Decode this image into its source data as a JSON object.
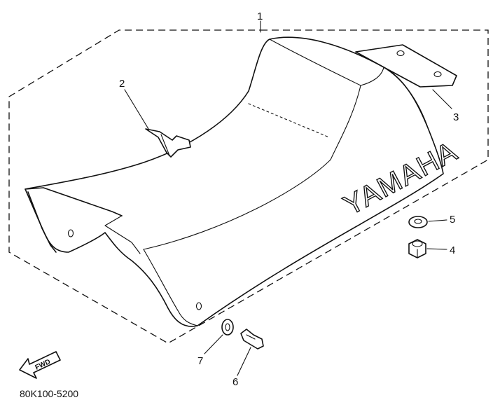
{
  "diagram": {
    "brand_text": "YAMAHA",
    "part_code": "80K100-5200",
    "fwd_label": "FWD",
    "callouts": [
      "1",
      "2",
      "3",
      "4",
      "5",
      "6",
      "7"
    ]
  }
}
